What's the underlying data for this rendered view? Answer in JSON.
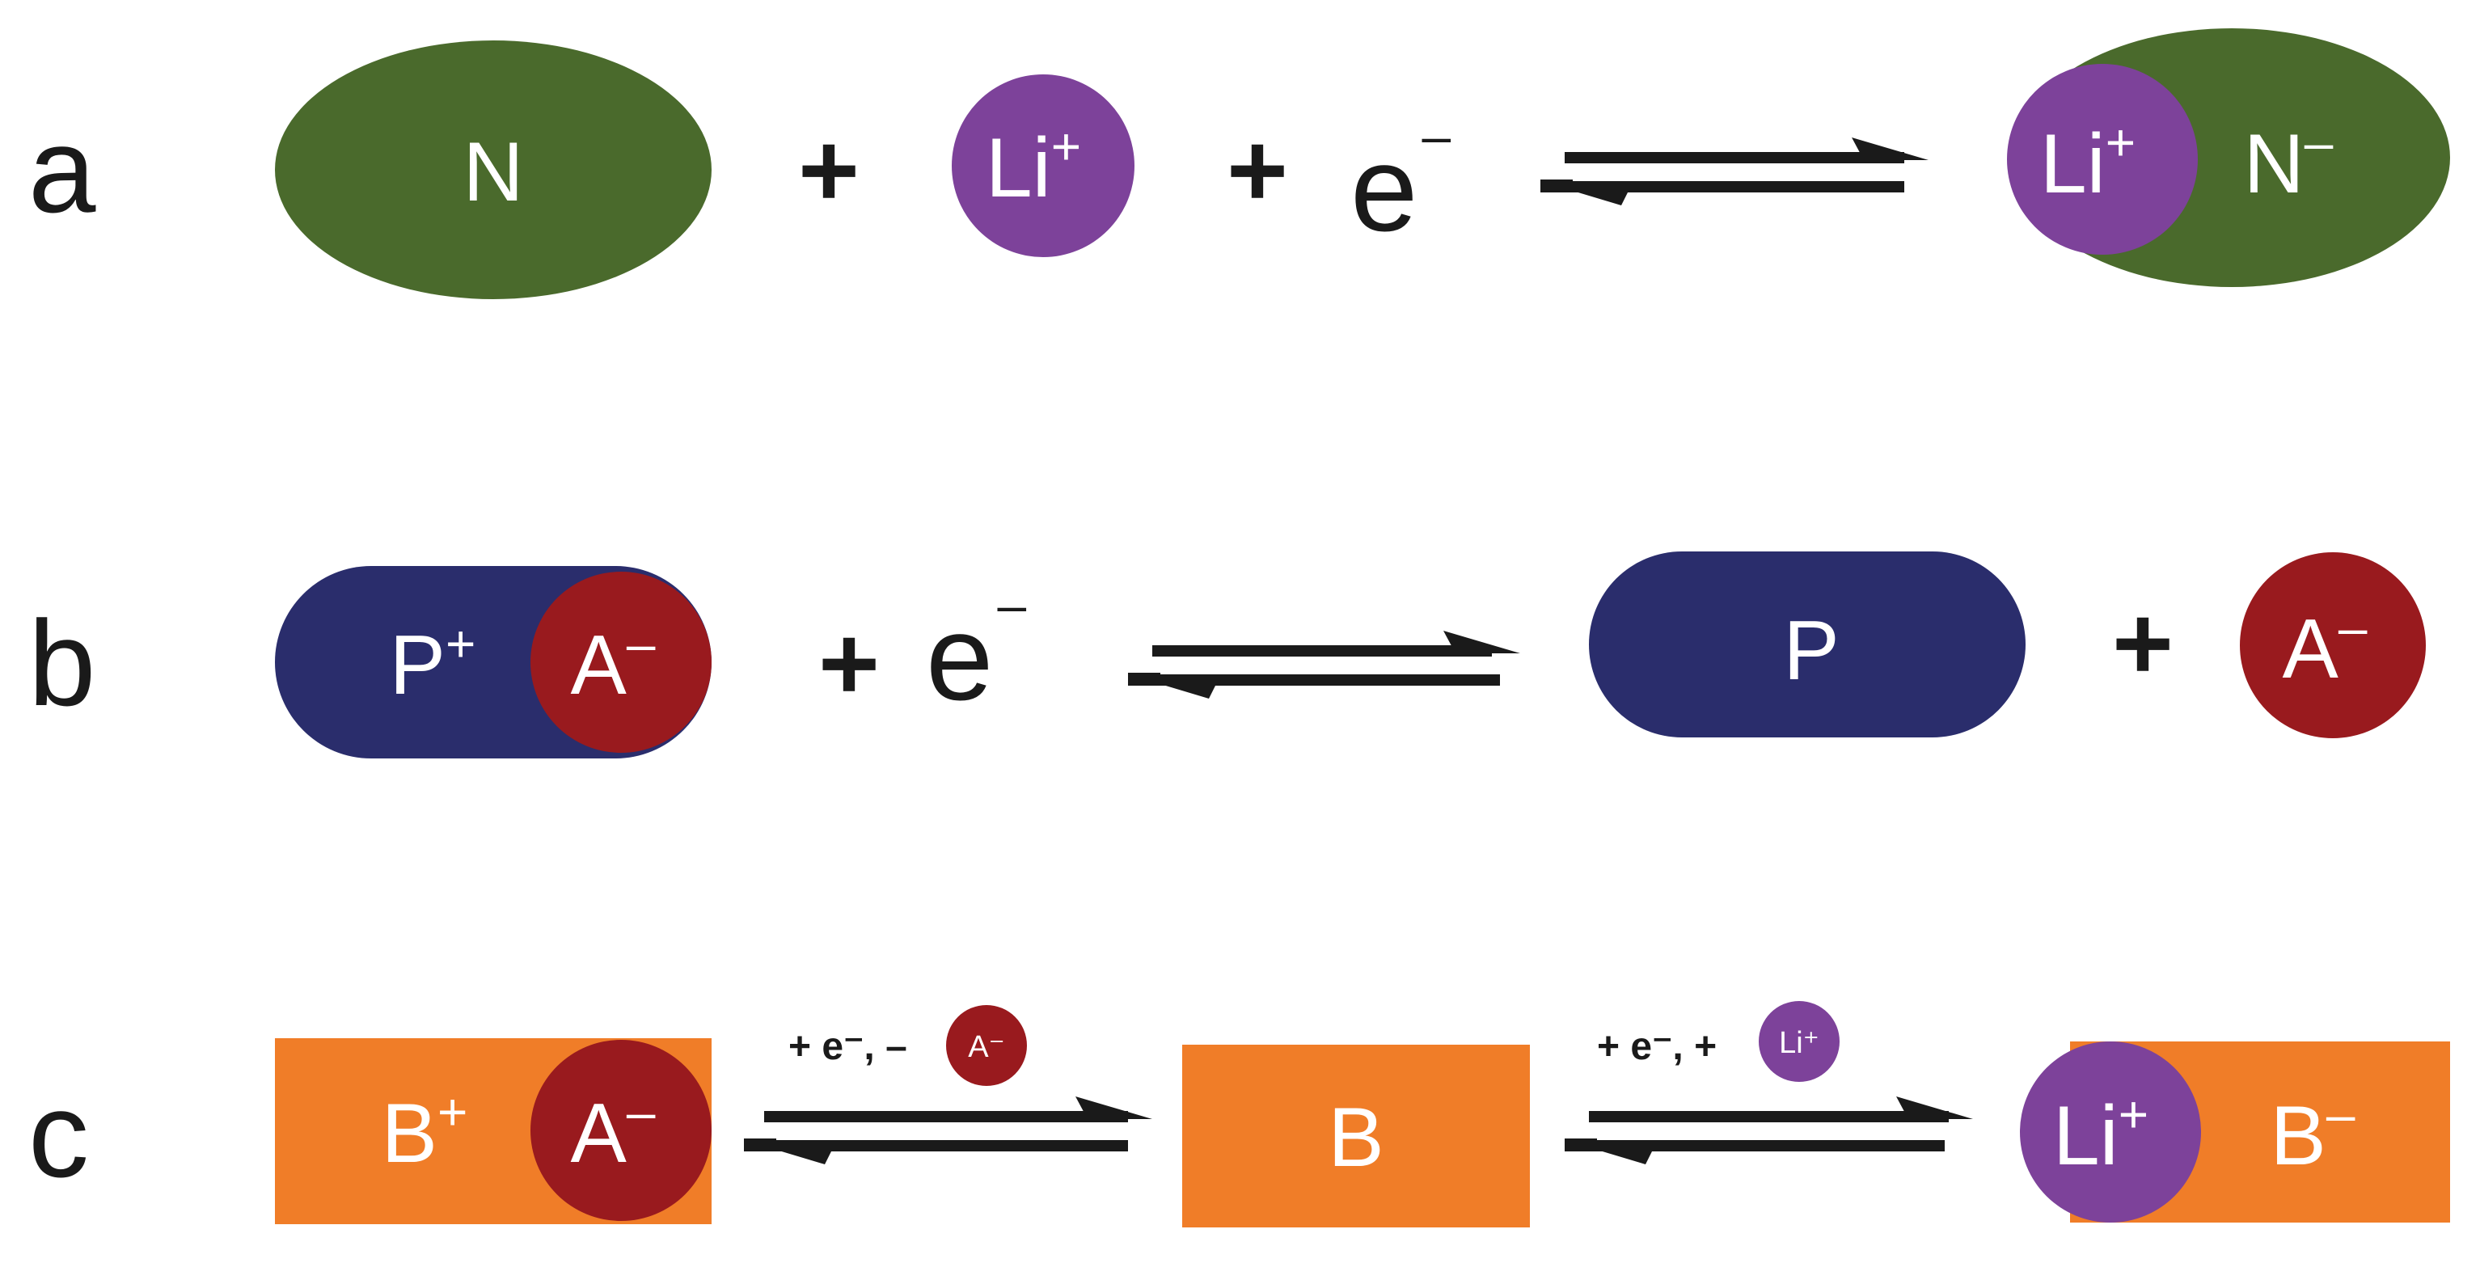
{
  "colors": {
    "N": "#4a6a2c",
    "Li": "#7d429a",
    "P": "#2a2d6c",
    "A": "#991a1e",
    "B": "#f07d28",
    "text": "#1a1a1a",
    "white": "#ffffff"
  },
  "rows": {
    "a": {
      "label": "a",
      "n": "N",
      "plus1": "+",
      "li": "Li",
      "li_sup": "+",
      "plus2": "+",
      "e": "e",
      "e_sup": "–",
      "prod_li": "Li",
      "prod_li_sup": "+",
      "prod_n": "N",
      "prod_n_sup": "–"
    },
    "b": {
      "label": "b",
      "p": "P",
      "p_sup": "+",
      "a": "A",
      "a_sup": "–",
      "plus1": "+",
      "e": "e",
      "e_sup": "–",
      "prod_p": "P",
      "plus2": "+",
      "prod_a": "A",
      "prod_a_sup": "–"
    },
    "c": {
      "label": "c",
      "b": "B",
      "b_sup": "+",
      "a": "A",
      "a_sup": "–",
      "cond1": "+ e⁻, –",
      "cond1_a": "A⁻",
      "mid_b": "B",
      "cond2": "+ e⁻, +",
      "cond2_li": "Li⁺",
      "prod_li": "Li",
      "prod_li_sup": "+",
      "prod_b": "B",
      "prod_b_sup": "–"
    }
  }
}
